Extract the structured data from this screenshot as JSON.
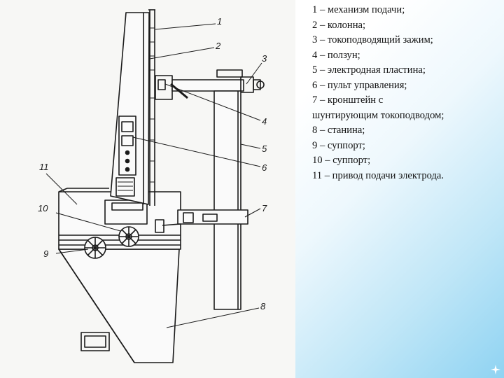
{
  "diagram": {
    "callouts": [
      "1",
      "2",
      "3",
      "4",
      "5",
      "6",
      "7",
      "8",
      "9",
      "10",
      "11"
    ]
  },
  "legend": {
    "items": [
      "1 – механизм подачи;",
      "2 – колонна;",
      "3 – токоподводящий зажим;",
      "4 – ползун;",
      "5 – электродная пластина;",
      "6 – пульт управления;",
      "7 – кронштейн с",
      "шунтирующим токоподводом;",
      "8 – станина;",
      "9 – суппорт;",
      "10 – суппорт;",
      "11 – привод подачи электрода."
    ]
  },
  "decor": {
    "sparkle_icon": "sparkle-icon",
    "accent": "#8fd3f2"
  }
}
